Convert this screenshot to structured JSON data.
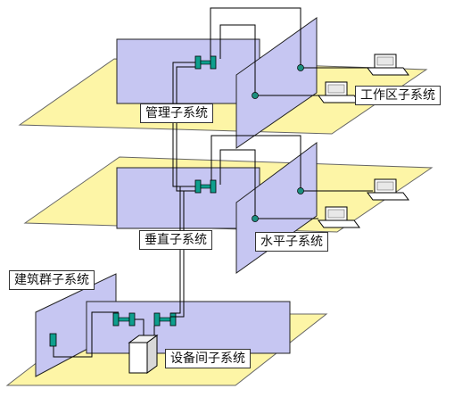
{
  "labels": {
    "management": "管理子系统",
    "work_area": "工作区子系统",
    "vertical": "垂直子系统",
    "horizontal": "水平子系统",
    "campus": "建筑群子系统",
    "equipment_room": "设备间子系统"
  },
  "colors": {
    "floor": "#fdf5a6",
    "wall": "#c6c6f2",
    "cable": "#000000",
    "device": "#0e9f8e",
    "outlet": "#1c8f7f"
  }
}
